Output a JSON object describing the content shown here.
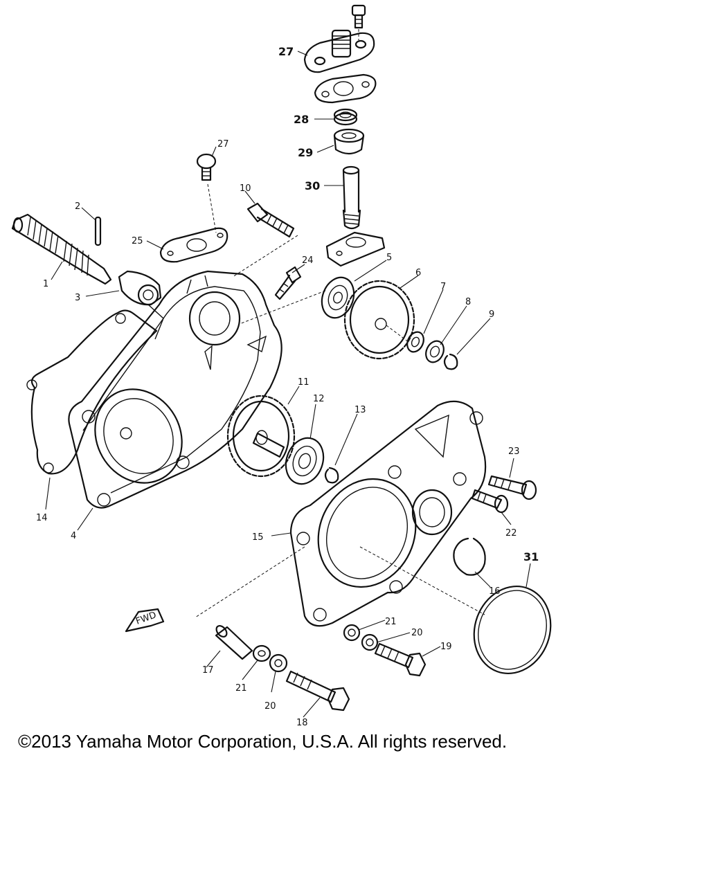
{
  "labels": {
    "l1": "1",
    "l2": "2",
    "l3": "3",
    "l4": "4",
    "l5": "5",
    "l6": "6",
    "l7": "7",
    "l8": "8",
    "l9": "9",
    "l10": "10",
    "l11": "11",
    "l12": "12",
    "l13": "13",
    "l14": "14",
    "l15": "15",
    "l16": "16",
    "l17": "17",
    "l18": "18",
    "l19": "19",
    "l20a": "20",
    "l20b": "20",
    "l21a": "21",
    "l21b": "21",
    "l22": "22",
    "l23": "23",
    "l24": "24",
    "l25": "25",
    "l27a": "27",
    "l27b": "27",
    "l28": "28",
    "l29": "29",
    "l30": "30",
    "l31": "31"
  },
  "fwd_label": "FWD",
  "copyright": "©2013 Yamaha Motor Corporation, U.S.A. All rights reserved."
}
